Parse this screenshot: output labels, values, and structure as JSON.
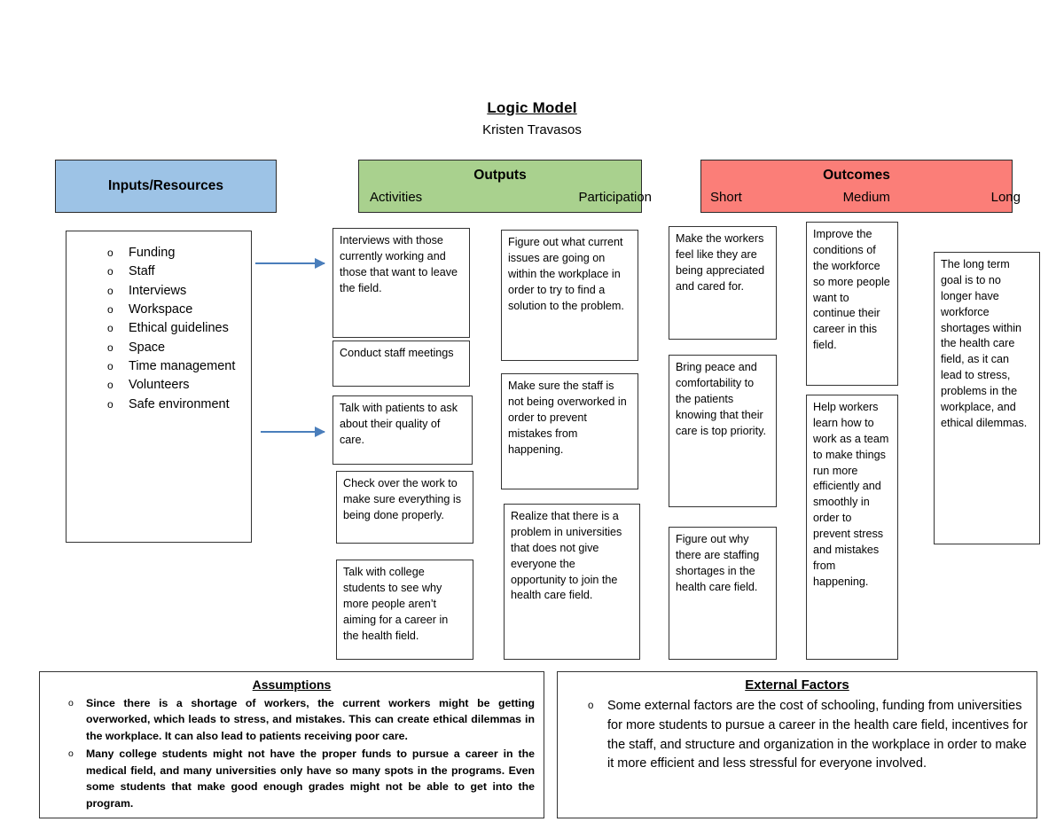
{
  "title": "Logic Model",
  "author": "Kristen Travasos",
  "colors": {
    "inputs_header": "#9DC3E6",
    "outputs_header": "#A9D18E",
    "outcomes_header": "#FB7E78",
    "arrow": "#4A7EBB",
    "box_border": "#333333"
  },
  "headers": {
    "inputs": "Inputs/Resources",
    "outputs": "Outputs",
    "outputs_sub": [
      "Activities",
      "Participation"
    ],
    "outcomes": "Outcomes",
    "outcomes_sub": [
      "Short",
      "Medium",
      "Long"
    ]
  },
  "inputs": [
    "Funding",
    "Staff",
    "Interviews",
    "Workspace",
    "Ethical guidelines",
    "Space",
    "Time management",
    "Volunteers",
    "Safe environment"
  ],
  "activities": [
    "Interviews with those currently working and those that want to leave the field.",
    "Conduct staff meetings",
    "Talk with patients to ask about their quality of care.",
    "Check over the work to make sure everything is being done properly.",
    "Talk with college students to see why more people aren’t aiming for a career in the health field."
  ],
  "participation": [
    "Figure out what current issues are going on within the workplace in order to try to find a solution to the problem.",
    "Make sure the staff is not being overworked in order to prevent mistakes from happening.",
    "Realize that there is a problem in universities that does not give everyone the opportunity to join the health care field."
  ],
  "outcomes_short": [
    "Make the workers feel like they are being appreciated and cared for.",
    "Bring peace and comfortability to the patients knowing that their care is top priority.",
    "Figure out why there are staffing shortages in the health care field."
  ],
  "outcomes_medium": [
    "Improve the conditions of the workforce so more people want to continue their career in this field.",
    "Help workers learn how to work as a team to make things run more efficiently and smoothly in order to prevent stress and mistakes from happening."
  ],
  "outcomes_long": [
    "The long term goal is to no longer have workforce shortages within the health care field, as it can lead to stress, problems in the workplace, and ethical dilemmas."
  ],
  "assumptions": {
    "heading": "Assumptions",
    "items": [
      "Since there is a shortage of workers, the current workers might be getting overworked, which leads to stress, and mistakes. This can create ethical dilemmas in the workplace. It can also lead to patients receiving poor care.",
      "Many college students might not have the proper funds to pursue a career in the medical field, and many universities only have so many spots in the programs. Even some students that make good enough grades might not be able to get into the program."
    ]
  },
  "external_factors": {
    "heading": "External Factors",
    "items": [
      "Some external factors are the cost of schooling, funding from universities for more students to pursue a career in the health care field, incentives for the staff, and structure and organization in the workplace in order to make it more efficient and less stressful for everyone involved."
    ]
  }
}
